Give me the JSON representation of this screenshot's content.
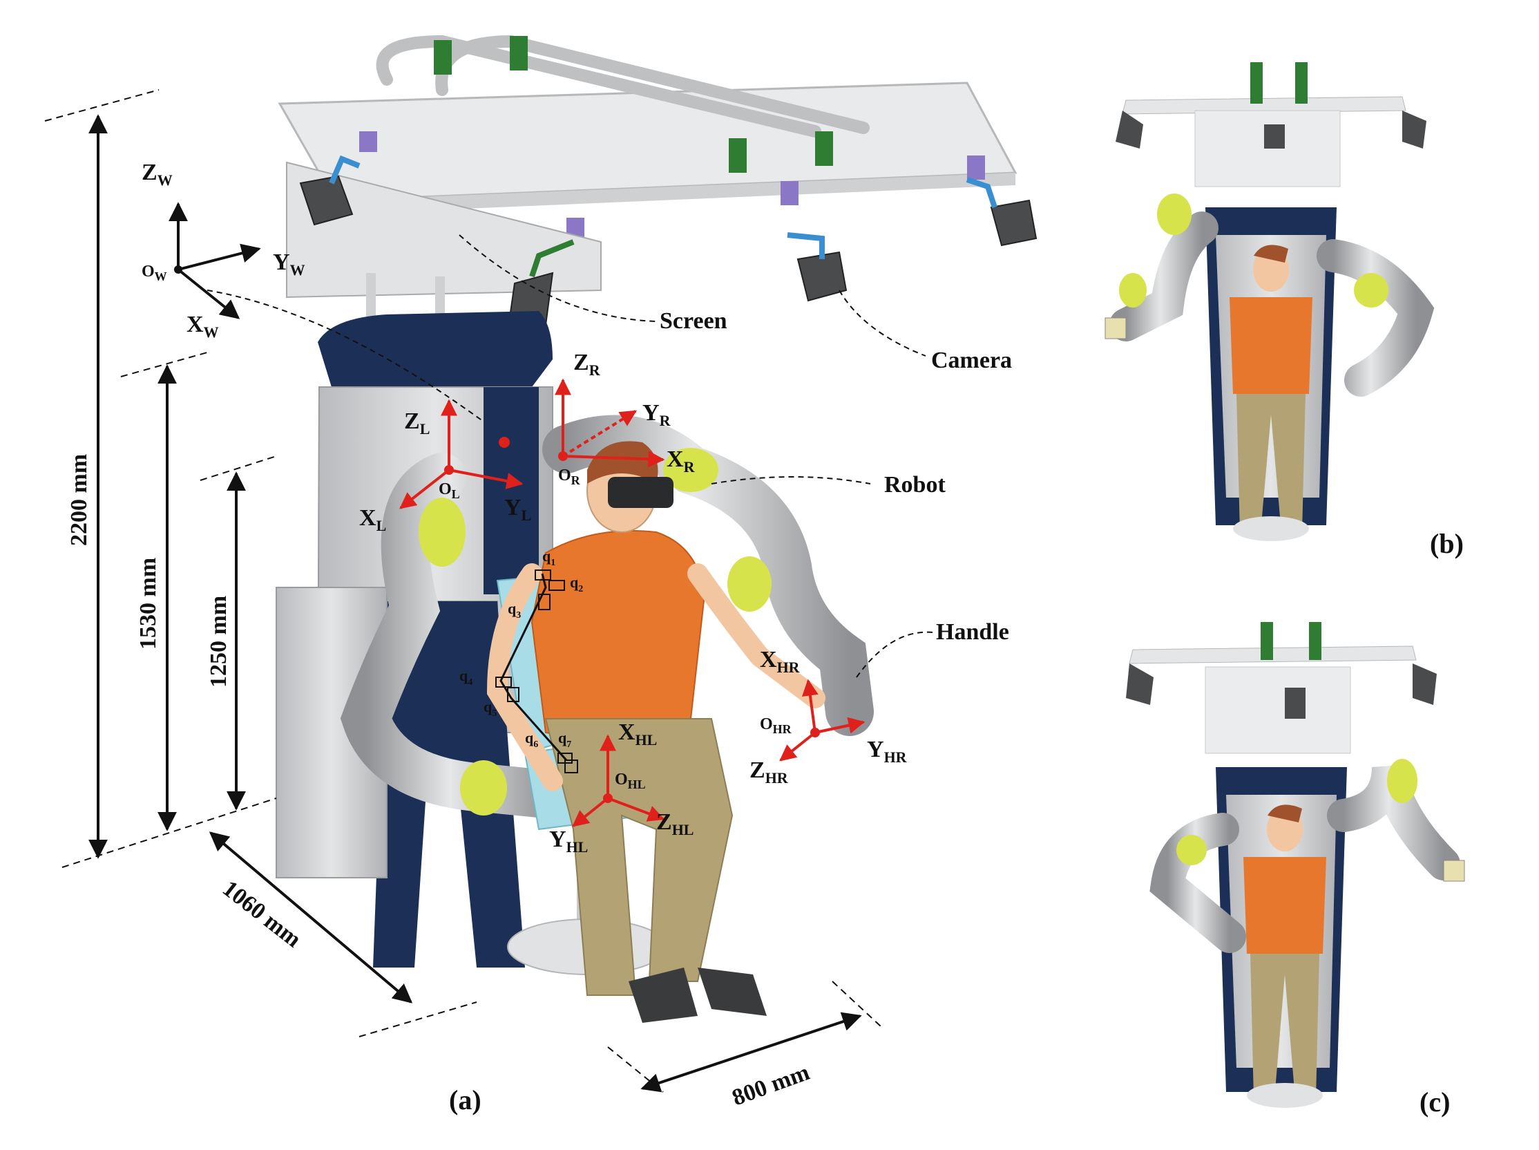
{
  "dimensions": {
    "height_total": "2200 mm",
    "height_robot": "1530 mm",
    "height_seat": "1250 mm",
    "depth": "1060 mm",
    "width": "800 mm"
  },
  "callouts": {
    "screen": "Screen",
    "camera": "Camera",
    "robot": "Robot",
    "handle": "Handle"
  },
  "frames": {
    "world": {
      "origin": "O",
      "origin_sub": "W",
      "x": "X",
      "x_sub": "W",
      "y": "Y",
      "y_sub": "W",
      "z": "Z",
      "z_sub": "W"
    },
    "left": {
      "origin": "O",
      "origin_sub": "L",
      "x": "X",
      "x_sub": "L",
      "y": "Y",
      "y_sub": "L",
      "z": "Z",
      "z_sub": "L"
    },
    "right": {
      "origin": "O",
      "origin_sub": "R",
      "x": "X",
      "x_sub": "R",
      "y": "Y",
      "y_sub": "R",
      "z": "Z",
      "z_sub": "R"
    },
    "hand_left": {
      "origin": "O",
      "origin_sub": "HL",
      "x": "X",
      "x_sub": "HL",
      "y": "Y",
      "y_sub": "HL",
      "z": "Z",
      "z_sub": "HL"
    },
    "hand_right": {
      "origin": "O",
      "origin_sub": "HR",
      "x": "X",
      "x_sub": "HR",
      "y": "Y",
      "y_sub": "HR",
      "z": "Z",
      "z_sub": "HR"
    }
  },
  "joints": [
    "q1",
    "q2",
    "q3",
    "q4",
    "q5",
    "q6",
    "q7"
  ],
  "panels": {
    "a": "(a)",
    "b": "(b)",
    "c": "(c)"
  },
  "colors": {
    "axis_red": "#e0201b",
    "frame_blue": "#1c2f57",
    "body_grey": "#c9cacc",
    "arm_grey": "#a9abae",
    "accent_yellow": "#d6e34a",
    "shirt_orange": "#e8772e",
    "pants_khaki": "#b3a274",
    "seat_cyan": "#a8dde8",
    "bracket_green": "#2e7d32",
    "bracket_purple": "#8a77c6",
    "bracket_blue": "#3a8fd0"
  }
}
